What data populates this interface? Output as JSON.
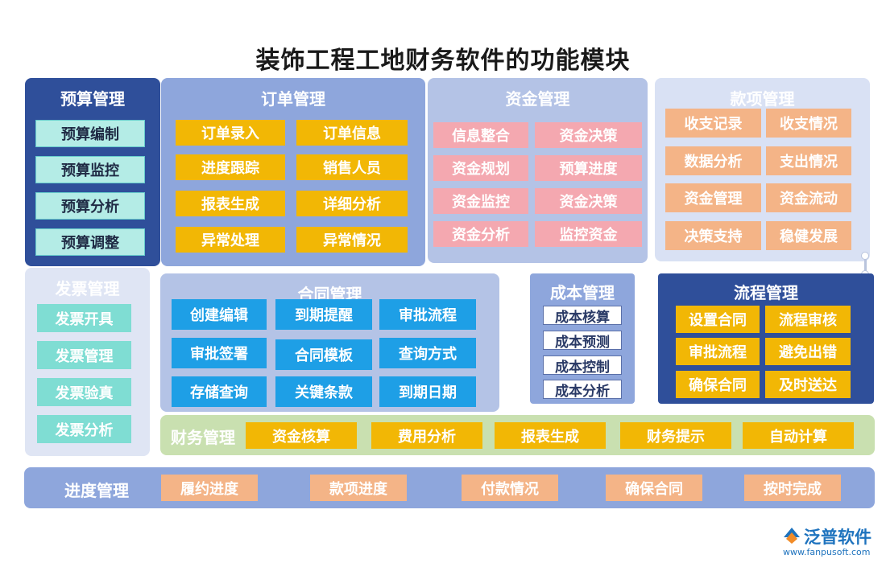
{
  "title": "装饰工程工地财务软件的功能模块",
  "budget": {
    "title": "预算管理",
    "items": [
      "预算编制",
      "预算监控",
      "预算分析",
      "预算调整"
    ]
  },
  "order": {
    "title": "订单管理",
    "items": [
      "订单录入",
      "订单信息",
      "进度跟踪",
      "销售人员",
      "报表生成",
      "详细分析",
      "异常处理",
      "异常情况"
    ]
  },
  "fund": {
    "title": "资金管理",
    "items": [
      "信息整合",
      "资金决策",
      "资金规划",
      "预算进度",
      "资金监控",
      "资金决策",
      "资金分析",
      "监控资金"
    ]
  },
  "payment": {
    "title": "款项管理",
    "items": [
      "收支记录",
      "收支情况",
      "数据分析",
      "支出情况",
      "资金管理",
      "资金流动",
      "决策支持",
      "稳健发展"
    ]
  },
  "invoice": {
    "title": "发票管理",
    "items": [
      "发票开具",
      "发票管理",
      "发票验真",
      "发票分析"
    ]
  },
  "contract": {
    "title": "合同管理",
    "items": [
      "创建编辑",
      "到期提醒",
      "审批流程",
      "审批签署",
      "合同模板",
      "查询方式",
      "存储查询",
      "关键条款",
      "到期日期"
    ]
  },
  "cost": {
    "title": "成本管理",
    "items": [
      "成本核算",
      "成本预测",
      "成本控制",
      "成本分析"
    ]
  },
  "process": {
    "title": "流程管理",
    "items": [
      "设置合同",
      "流程审核",
      "审批流程",
      "避免出错",
      "确保合同",
      "及时送达"
    ]
  },
  "finance": {
    "title": "财务管理",
    "items": [
      "资金核算",
      "费用分析",
      "报表生成",
      "财务提示",
      "自动计算"
    ]
  },
  "progress": {
    "title": "进度管理",
    "items": [
      "履约进度",
      "款项进度",
      "付款情况",
      "确保合同",
      "按时完成"
    ]
  },
  "logo": {
    "text": "泛普软件",
    "url": "www.fanpusoft.com"
  },
  "colors": {
    "budget_bg": "#2f4f9a",
    "budget_box": "#b4ece6",
    "order_bg": "#8ea6dc",
    "order_box": "#f2b705",
    "fund_bg": "#b4c3e6",
    "fund_box": "#f4a8b0",
    "payment_bg": "#d9e1f4",
    "payment_box": "#f4b487",
    "invoice_bg": "#dfe5f4",
    "invoice_box": "#7fddd3",
    "contract_bg": "#b4c3e6",
    "contract_box": "#1e9fe6",
    "cost_bg": "#8ea6dc",
    "cost_box": "#ffffff",
    "process_bg": "#2f4f9a",
    "process_box": "#f2b705",
    "finance_bg": "#c9e0b0",
    "finance_box": "#f2b705",
    "progress_bg": "#8ea6dc",
    "progress_box": "#f4b487"
  }
}
